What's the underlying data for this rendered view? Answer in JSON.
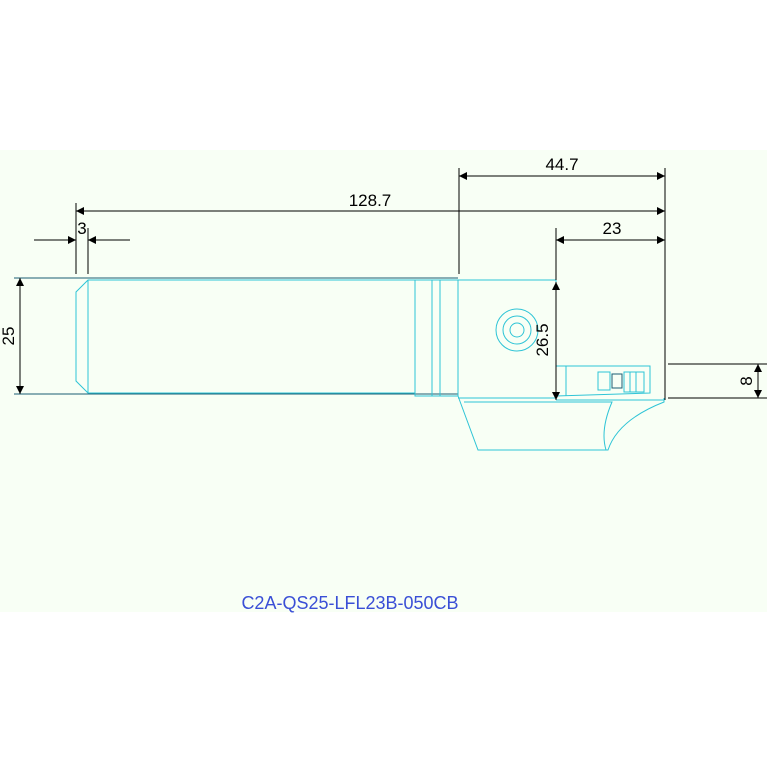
{
  "drawing": {
    "part_number": "C2A-QS25-LFL23B-050CB",
    "dimensions": {
      "overall_length": "128.7",
      "head_length": "44.7",
      "offset_23": "23",
      "chamfer_3": "3",
      "shank_height": "25",
      "height_26_5": "26.5",
      "width_8": "8"
    }
  },
  "colors": {
    "part_outline": "#2ec4d6",
    "dimension_lines": "#000000",
    "title_text": "#3a4fd6",
    "background": "#f8fff5"
  }
}
